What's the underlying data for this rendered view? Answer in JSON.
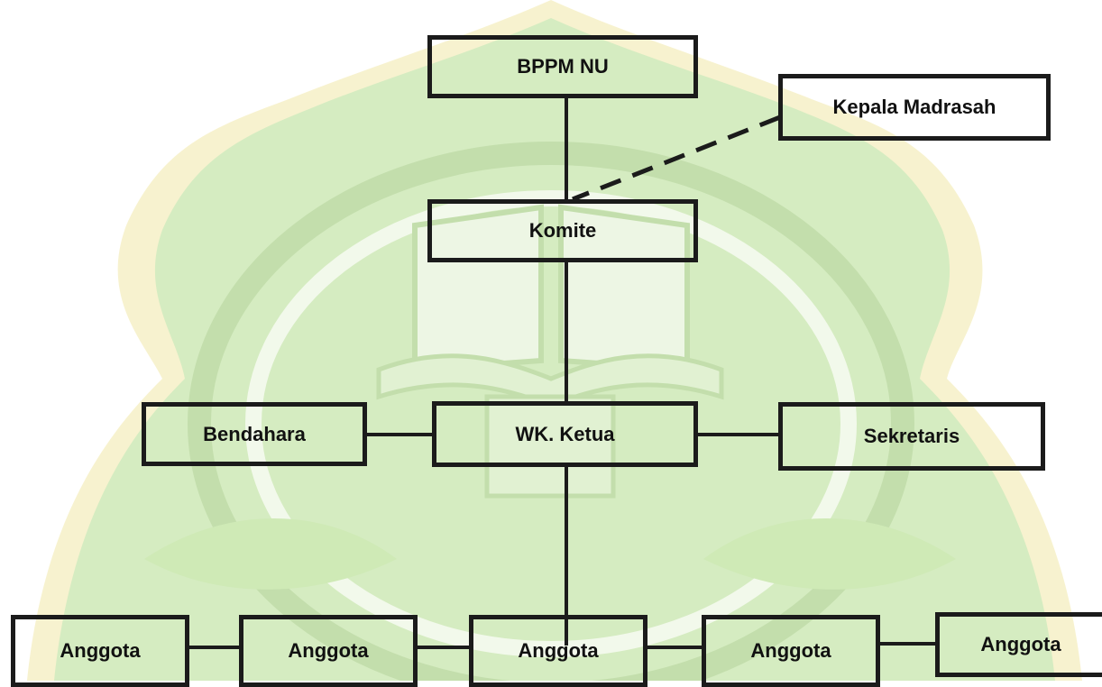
{
  "nodes": {
    "bppm": "BPPM NU",
    "kepala": "Kepala Madrasah",
    "komite": "Komite",
    "wk_ketua": "WK. Ketua",
    "bendahara": "Bendahara",
    "sekretaris": "Sekretaris",
    "anggota_1": "Anggota",
    "anggota_2": "Anggota",
    "anggota_3": "Anggota",
    "anggota_4": "Anggota",
    "anggota_5": "Anggota"
  },
  "colors": {
    "line": "#1b1b1b",
    "watermark_green": "#9ad06a",
    "watermark_yellow": "#e8d34a",
    "background": "#ffffff"
  }
}
